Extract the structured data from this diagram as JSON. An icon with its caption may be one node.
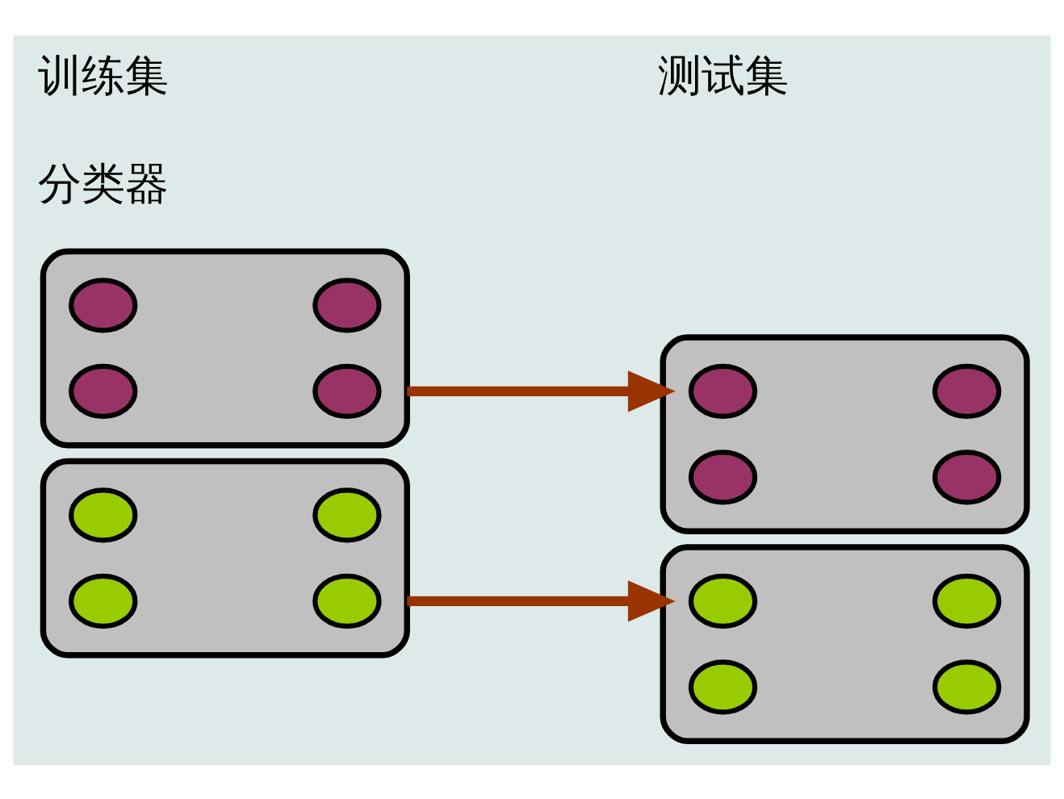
{
  "diagram": {
    "nodes": [
      {
        "text": [],
        "shape": "ellipse"
      },
      {
        "text": [],
        "shape": "ellipse",
        "in": 0
      },
      {
        "text": [],
        "shape": "ellipse",
        "in": 0
      },
      {
        "text": [],
        "shape": "ellipse",
        "in": 0
      },
      {
        "text": [],
        "shape": "ellipse",
        "in": 0
      },
      {
        "text": [],
        "shape": "ellipse"
      },
      {
        "text": [],
        "shape": "ellipse",
        "in": 5
      },
      {
        "text": [],
        "shape": "ellipse",
        "in": 5
      },
      {
        "text": [],
        "shape": "ellipse",
        "in": 5
      },
      {
        "text": [],
        "shape": "ellipse",
        "in": 5
      },
      {
        "text": [],
        "shape": "ellipse"
      },
      {
        "text": [],
        "shape": "ellipse",
        "in": 10
      },
      {
        "text": [],
        "shape": "ellipse",
        "in": 10
      },
      {
        "text": [],
        "shape": "ellipse",
        "in": 10
      },
      {
        "text": [],
        "shape": "ellipse",
        "in": 10
      },
      {
        "text": [],
        "shape": "ellipse"
      },
      {
        "text": [],
        "shape": "ellipse",
        "in": 15
      },
      {
        "text": [],
        "shape": "ellipse",
        "in": 15
      },
      {
        "text": [],
        "shape": "ellipse",
        "in": 15
      },
      {
        "text": [],
        "shape": "ellipse",
        "in": 15
      }
    ],
    "edges": [
      {
        "from": 0,
        "to": 5,
        "arrow": "to"
      },
      {
        "from": 10,
        "to": 15,
        "arrow": "to"
      }
    ],
    "labels": [
      "分类器",
      "训练集",
      "测试集"
    ]
  }
}
